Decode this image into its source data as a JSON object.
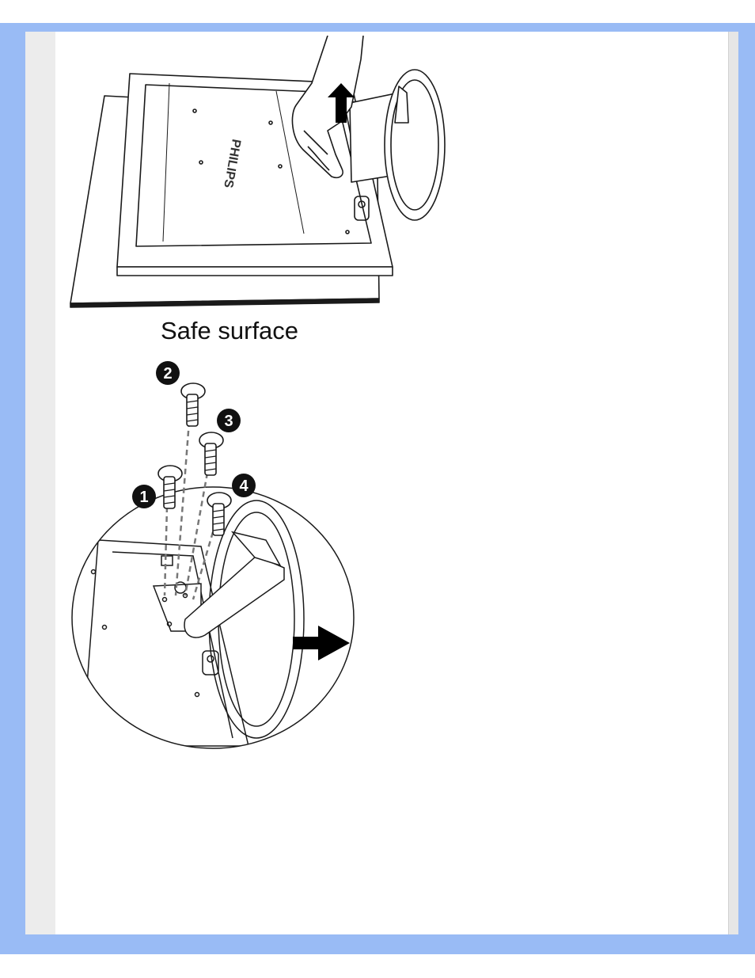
{
  "figure1": {
    "caption": "Safe surface",
    "brand": "PHILIPS"
  },
  "figure2": {
    "callouts": [
      "1",
      "2",
      "3",
      "4"
    ]
  },
  "colors": {
    "frame": "#99bbf5",
    "page": "#ffffff",
    "line": "#1a1a1a"
  }
}
